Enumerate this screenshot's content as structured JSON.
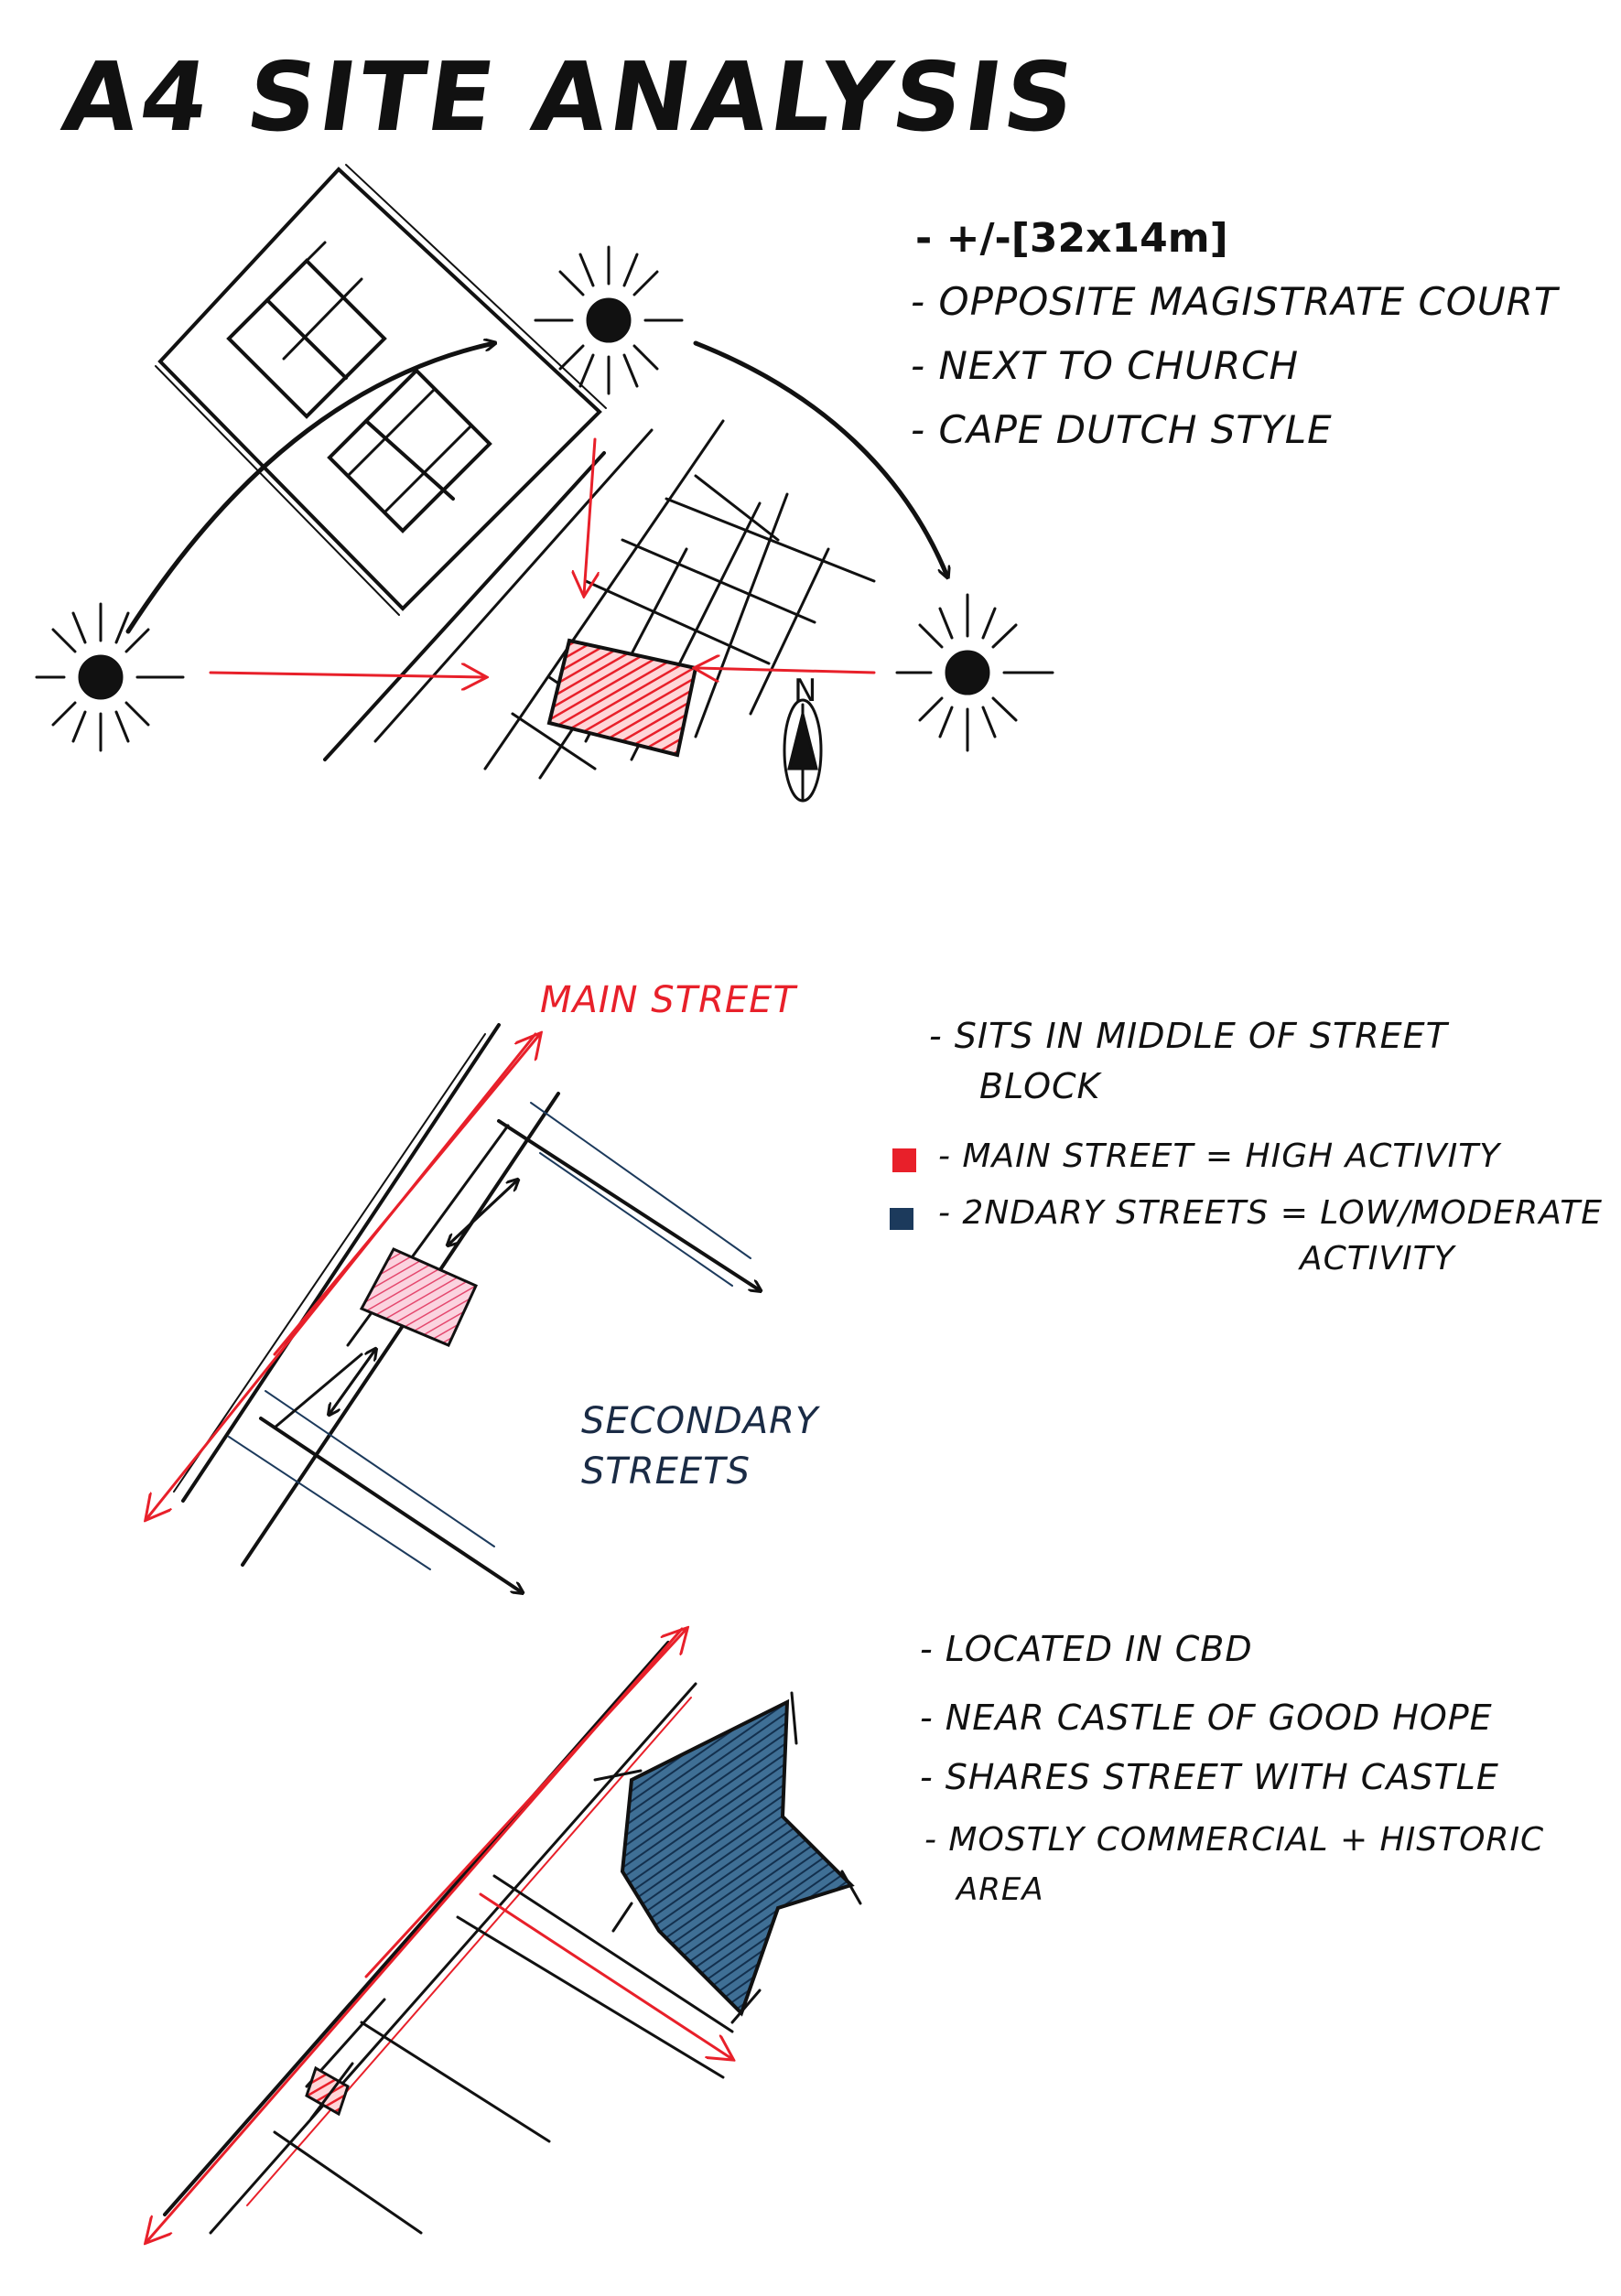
{
  "title": "A4 SITE ANALYSIS",
  "section1": {
    "dimensions": "- +/-[32x14m]",
    "notes": [
      "- OPPOSITE MAGISTRATE COURT",
      "- NEXT TO CHURCH",
      "- CAPE DUTCH STYLE"
    ],
    "north_label": "N"
  },
  "section2": {
    "main_street_label": "MAIN STREET",
    "secondary_label_line1": "SECONDARY",
    "secondary_label_line2": "STREETS",
    "note_line1": "- SITS IN MIDDLE OF STREET",
    "note_line2": "BLOCK",
    "legend": [
      {
        "color": "#e8202a",
        "text": "- MAIN STREET = HIGH ACTIVITY"
      },
      {
        "color": "#1c3a5c",
        "text": "- 2NDARY STREETS = LOW/MODERATE",
        "text2": "ACTIVITY"
      }
    ]
  },
  "section3": {
    "notes": [
      "- LOCATED IN CBD",
      "- NEAR CASTLE OF GOOD HOPE",
      "- SHARES STREET WITH CASTLE",
      "- MOSTLY COMMERCIAL + HISTORIC"
    ],
    "note_cont": "AREA"
  },
  "colors": {
    "ink": "#111111",
    "red": "#e8202a",
    "navy": "#1c3a5c"
  }
}
